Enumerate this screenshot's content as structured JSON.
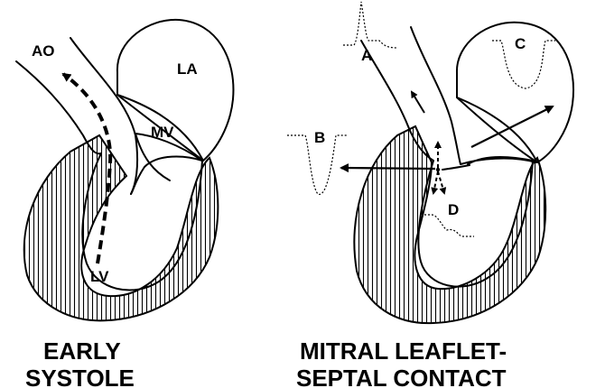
{
  "left_panel": {
    "labels": {
      "ao": "AO",
      "la": "LA",
      "mv": "MV",
      "lv": "LV"
    },
    "caption": [
      "EARLY",
      "SYSTOLE"
    ]
  },
  "right_panel": {
    "labels": {
      "a": "A",
      "b": "B",
      "c": "C",
      "d": "D"
    },
    "caption": [
      "MITRAL LEAFLET-",
      "SEPTAL CONTACT"
    ]
  }
}
